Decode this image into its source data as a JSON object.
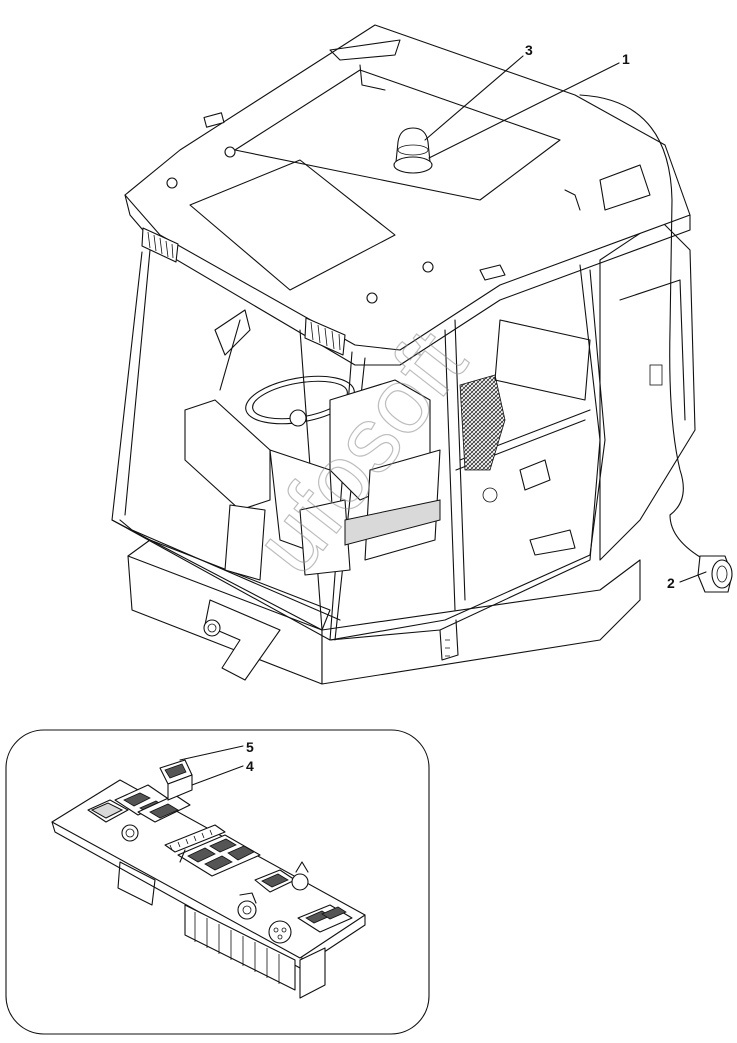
{
  "figure": {
    "callouts": [
      {
        "id": "1",
        "label": "1"
      },
      {
        "id": "2",
        "label": "2"
      },
      {
        "id": "3",
        "label": "3"
      },
      {
        "id": "4",
        "label": "4"
      },
      {
        "id": "5",
        "label": "5"
      }
    ],
    "watermark": "ufosoft"
  }
}
